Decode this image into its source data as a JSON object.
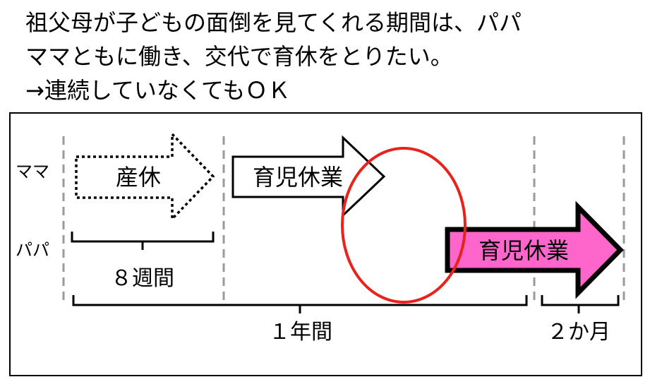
{
  "heading": {
    "line1": "祖父母が子どもの面倒を見てくれる期間は、パパ",
    "line2": "ママともに働き、交代で育休をとりたい。",
    "line3": "→連続していなくてもＯＫ"
  },
  "rows": {
    "mama": "ママ",
    "papa": "パパ"
  },
  "arrows": {
    "maternity_leave": "産休",
    "mama_childcare_leave": "育児休業",
    "papa_childcare_leave": "育児休業"
  },
  "spans": {
    "eight_weeks": "８週間",
    "one_year": "１年間",
    "two_months": "２か月"
  },
  "colors": {
    "highlight_circle": "#e8231e",
    "papa_arrow_fill": "#ff66cc",
    "divider": "#9a9a9a"
  }
}
